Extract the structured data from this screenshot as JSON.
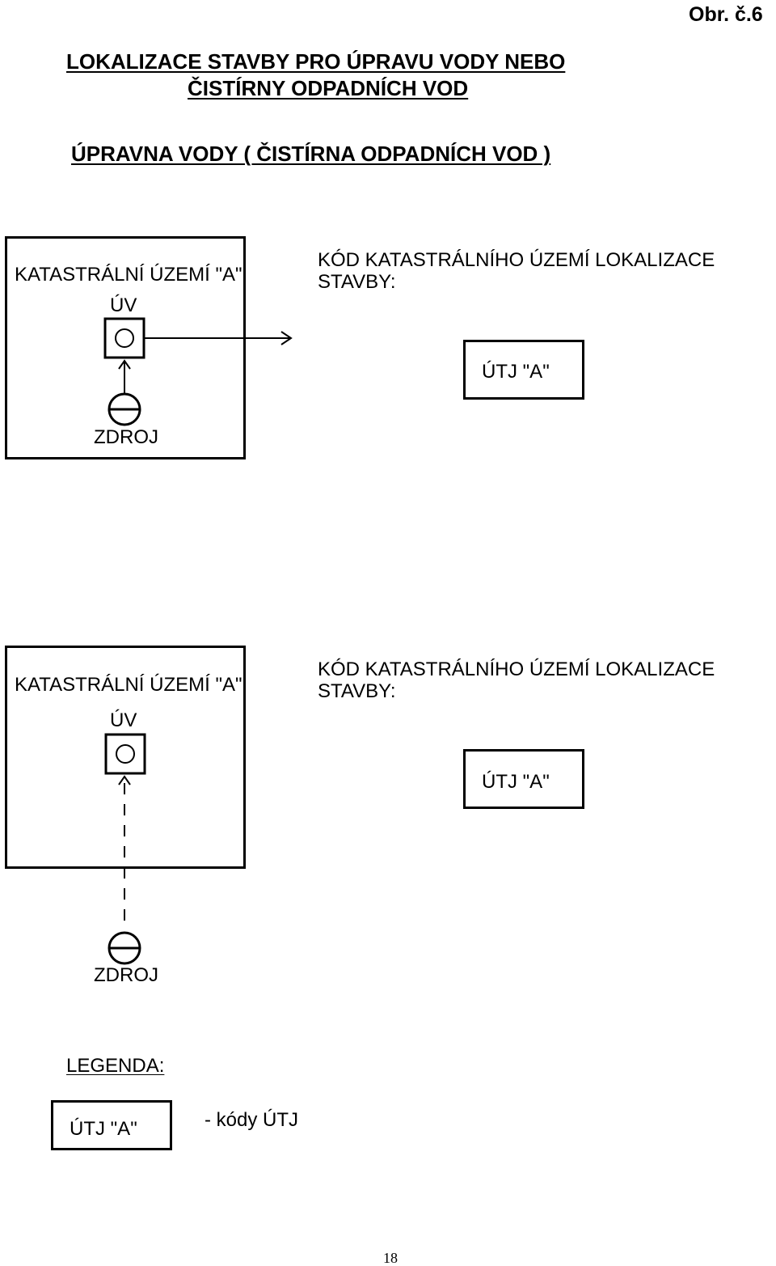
{
  "figure_label": "Obr. č.6",
  "heading": {
    "line1": "LOKALIZACE STAVBY PRO ÚPRAVU VODY NEBO",
    "line2": "ČISTÍRNY ODPADNÍCH VOD",
    "subheading": "ÚPRAVNA VODY ( ČISTÍRNA ODPADNÍCH VOD )"
  },
  "diagram1": {
    "area_label": "KATASTRÁLNÍ ÚZEMÍ \"A\"",
    "uv_label": "ÚV",
    "source_label": "ZDROJ",
    "code_label_line1": "KÓD KATASTRÁLNÍHO ÚZEMÍ LOKALIZACE",
    "code_label_line2": "STAVBY:",
    "utj_code": "ÚTJ  \"A\""
  },
  "diagram2": {
    "area_label": "KATASTRÁLNÍ ÚZEMÍ \"A\"",
    "uv_label": "ÚV",
    "source_label": "ZDROJ",
    "code_label_line1": "KÓD KATASTRÁLNÍHO ÚZEMÍ LOKALIZACE",
    "code_label_line2": "STAVBY:",
    "utj_code": "ÚTJ  \"A\""
  },
  "legend": {
    "title": "LEGENDA:",
    "sample_box": "ÚTJ  \"A\"",
    "description": "- kódy ÚTJ"
  },
  "page_number": "18"
}
